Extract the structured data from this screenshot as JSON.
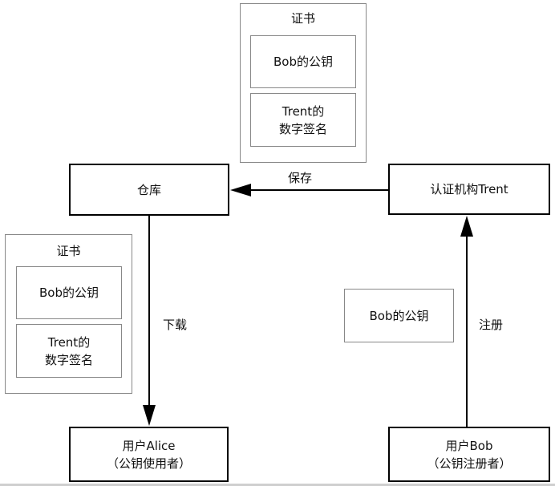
{
  "cert_top": {
    "title": "证书",
    "pubkey": "Bob的公钥",
    "sig_line1": "Trent的",
    "sig_line2": "数字签名"
  },
  "cert_left": {
    "title": "证书",
    "pubkey": "Bob的公钥",
    "sig_line1": "Trent的",
    "sig_line2": "数字签名"
  },
  "nodes": {
    "warehouse": "仓库",
    "ca": "认证机构Trent",
    "alice_line1": "用户Alice",
    "alice_line2": "（公钥使用者）",
    "bob_line1": "用户Bob",
    "bob_line2": "（公钥注册者）",
    "bob_pubkey": "Bob的公钥"
  },
  "edges": {
    "save": "保存",
    "download": "下载",
    "register": "注册"
  }
}
